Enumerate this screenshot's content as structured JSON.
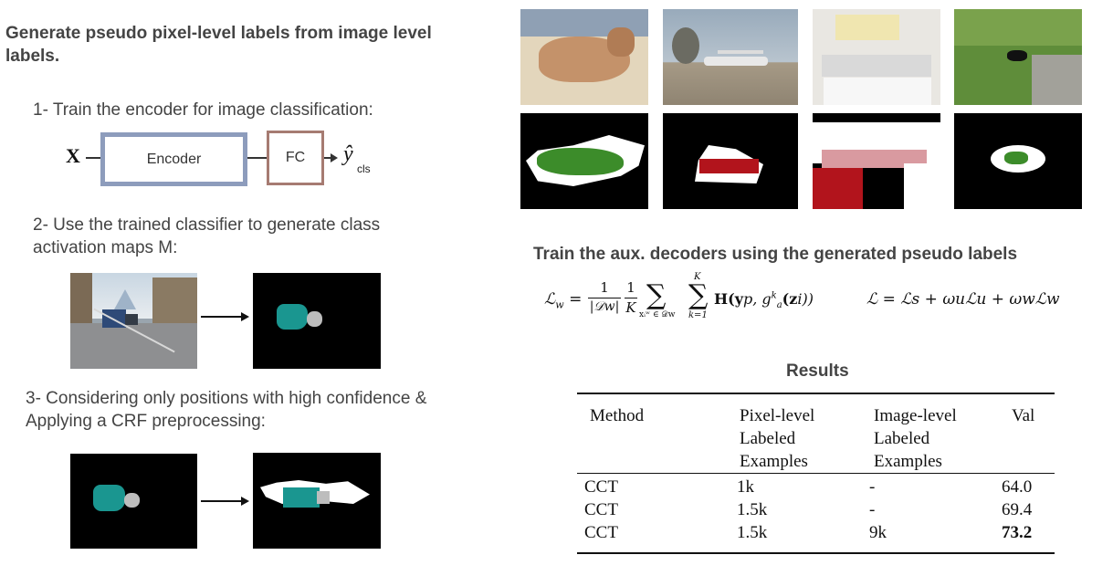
{
  "left": {
    "heading": "Generate pseudo pixel-level labels from image level labels.",
    "step1": "1- Train the encoder for image classification:",
    "diagram": {
      "input": "X",
      "encoder": "Encoder",
      "fc": "FC",
      "output": "ŷ",
      "output_sub": "cls"
    },
    "step2": "2- Use the trained classifier to generate class activation maps M:",
    "step3": "3- Considering only positions with high confidence & Applying a CRF preprocessing:"
  },
  "right": {
    "aux_heading": "Train the aux. decoders using the generated pseudo labels",
    "eq1": {
      "lhs": "ℒ",
      "lhs_sub": "w",
      "frac1_num": "1",
      "frac1_den": "|𝒟w|",
      "frac2_num": "1",
      "frac2_den": "K",
      "sum1_sub": "x",
      "sum1_sub_rest": "ᵢʷ ∈ 𝒟w",
      "sum2_top": "K",
      "sum2_bottom": "k=1",
      "body": "H(y",
      "body_rest": "p, g",
      "body_rest2": "a",
      "body_rest3": "(z",
      "body_rest4": "i))"
    },
    "eq2": "ℒ = ℒs + ωuℒu + ωwℒw",
    "results_title": "Results",
    "table": {
      "headers": [
        "Method",
        "Pixel-level Labeled Examples",
        "Image-level Labeled Examples",
        "Val"
      ],
      "header_lines": [
        [
          "Method"
        ],
        [
          "Pixel-level",
          "Labeled",
          "Examples"
        ],
        [
          "Image-level",
          "Labeled",
          "Examples"
        ],
        [
          "Val"
        ]
      ],
      "rows": [
        [
          "CCT",
          "1k",
          "-",
          "64.0"
        ],
        [
          "CCT",
          "1.5k",
          "-",
          "69.4"
        ],
        [
          "CCT",
          "1.5k",
          "9k",
          "73.2"
        ]
      ]
    }
  },
  "colors": {
    "encoder_border": "#8d9cbc",
    "fc_border": "#a67b72",
    "teal": "#1a9690",
    "green": "#3c8c2a",
    "red": "#b2141c"
  }
}
